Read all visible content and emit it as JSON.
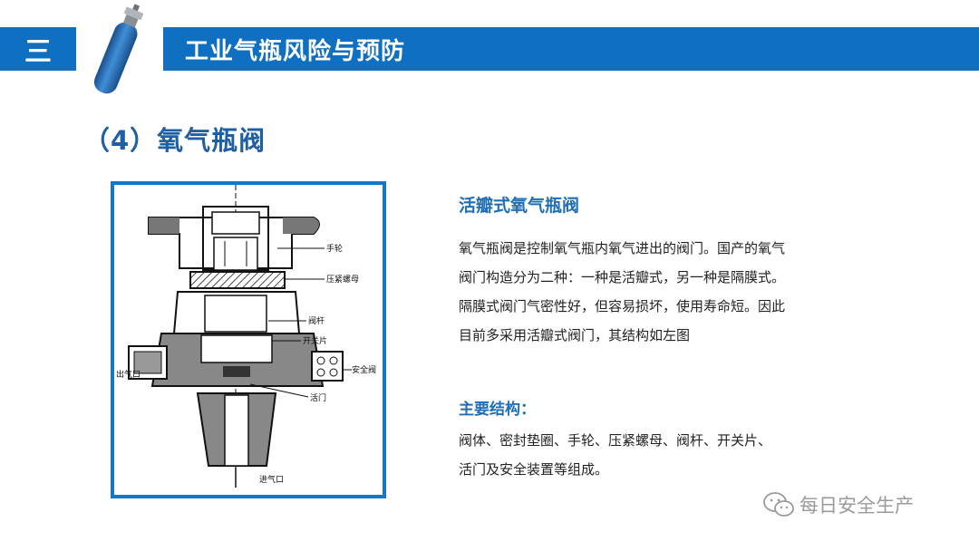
{
  "header": {
    "section_number": "三",
    "title": "工业气瓶风险与预防"
  },
  "section": {
    "title": "（4）氧气瓶阀"
  },
  "diagram": {
    "labels": {
      "handwheel": "手轮",
      "gland_nut": "压紧螺母",
      "stem": "阀杆",
      "switch_plate": "开关片",
      "outlet": "出气口",
      "safety_valve": "安全阀",
      "flap": "活门",
      "inlet": "进气口"
    }
  },
  "content": {
    "subtitle": "活瓣式氧气瓶阀",
    "paragraph": [
      "氧气瓶阀是控制氧气瓶内氧气进出的阀门。国产的氧气",
      "阀门构造分为二种：一种是活瓣式，另一种是隔膜式。",
      "隔膜式阀门气密性好，但容易损坏，使用寿命短。因此",
      "目前多采用活瓣式阀门，其结构如左图"
    ],
    "structure_title": "主要结构：",
    "structure_text": [
      "阀体、密封垫圈、手轮、压紧螺母、阀杆、开关片、",
      "活门及安全装置等组成。"
    ]
  },
  "watermark": {
    "text": "每日安全生产",
    "icon": "wechat-icon"
  },
  "colors": {
    "brand_blue": "#0f6fc0",
    "heading_blue": "#1f5fa5",
    "frame_blue": "#1478c8"
  }
}
